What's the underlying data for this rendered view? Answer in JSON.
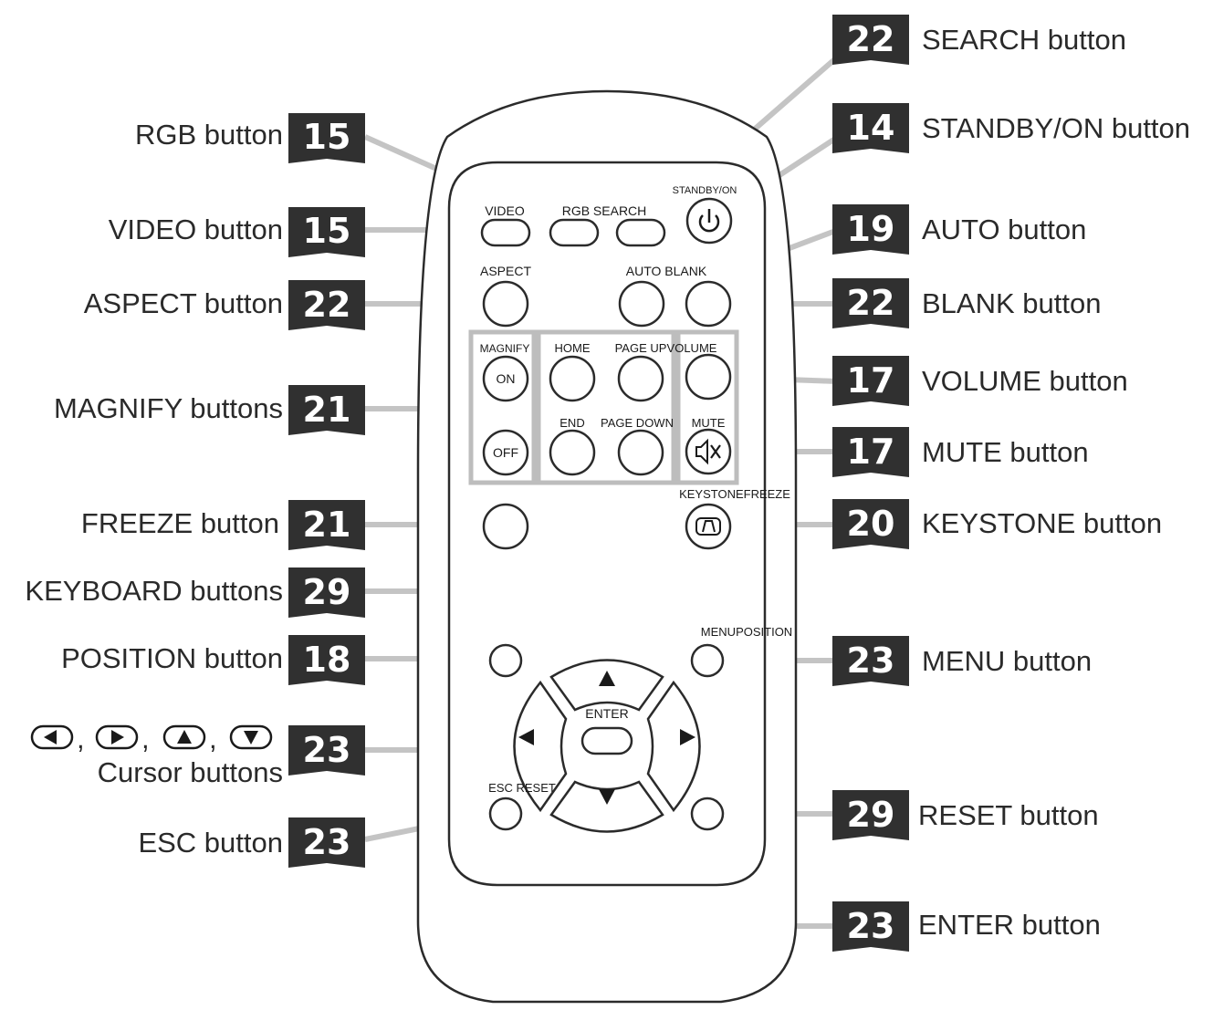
{
  "callouts": [
    {
      "id": "search",
      "label": "SEARCH button",
      "page": "22"
    },
    {
      "id": "rgb",
      "label": "RGB button",
      "page": "15"
    },
    {
      "id": "standby",
      "label": "STANDBY/ON button",
      "page": "14"
    },
    {
      "id": "video",
      "label": "VIDEO button",
      "page": "15"
    },
    {
      "id": "auto",
      "label": "AUTO button",
      "page": "19"
    },
    {
      "id": "aspect",
      "label": "ASPECT button",
      "page": "22"
    },
    {
      "id": "blank",
      "label": "BLANK button",
      "page": "22"
    },
    {
      "id": "volume",
      "label": "VOLUME button",
      "page": "17"
    },
    {
      "id": "magnify",
      "label": "MAGNIFY buttons",
      "page": "21"
    },
    {
      "id": "mute",
      "label": "MUTE button",
      "page": "17"
    },
    {
      "id": "freeze",
      "label": "FREEZE button",
      "page": "21"
    },
    {
      "id": "keystone",
      "label": "KEYSTONE button",
      "page": "20"
    },
    {
      "id": "keyboard",
      "label": "KEYBOARD buttons",
      "page": "29"
    },
    {
      "id": "position",
      "label": "POSITION button",
      "page": "18"
    },
    {
      "id": "menu",
      "label": "MENU button",
      "page": "23"
    },
    {
      "id": "cursor",
      "label": "Cursor buttons",
      "page": "23"
    },
    {
      "id": "reset",
      "label": "RESET button",
      "page": "29"
    },
    {
      "id": "esc",
      "label": "ESC button",
      "page": "23"
    },
    {
      "id": "enter",
      "label": "ENTER button",
      "page": "23"
    }
  ],
  "remote_labels": {
    "video": "VIDEO",
    "rgb_search": "RGB SEARCH",
    "standby": "STANDBY/ON",
    "aspect": "ASPECT",
    "auto_blank": "AUTO BLANK",
    "magnify": "MAGNIFY",
    "on": "ON",
    "off": "OFF",
    "home": "HOME",
    "page_up": "PAGE UP",
    "volume": "VOLUME",
    "end": "END",
    "page_down": "PAGE DOWN",
    "mute": "MUTE",
    "keystone_freeze": "KEYSTONEFREEZE",
    "menu_position": "MENUPOSITION",
    "enter": "ENTER",
    "esc_reset": "ESC RESET"
  },
  "cursor_separator": ",",
  "icons": {
    "power": "power-icon",
    "mute": "speaker-mute-icon",
    "keystone": "keystone-icon",
    "arrows": [
      "arrow-left-icon",
      "arrow-right-icon",
      "arrow-up-icon",
      "arrow-down-icon"
    ]
  },
  "colors": {
    "tag": "#303030",
    "leader": "#c4c4c4",
    "outline": "#2b2b2b",
    "group_frame": "#bdbdbd"
  }
}
